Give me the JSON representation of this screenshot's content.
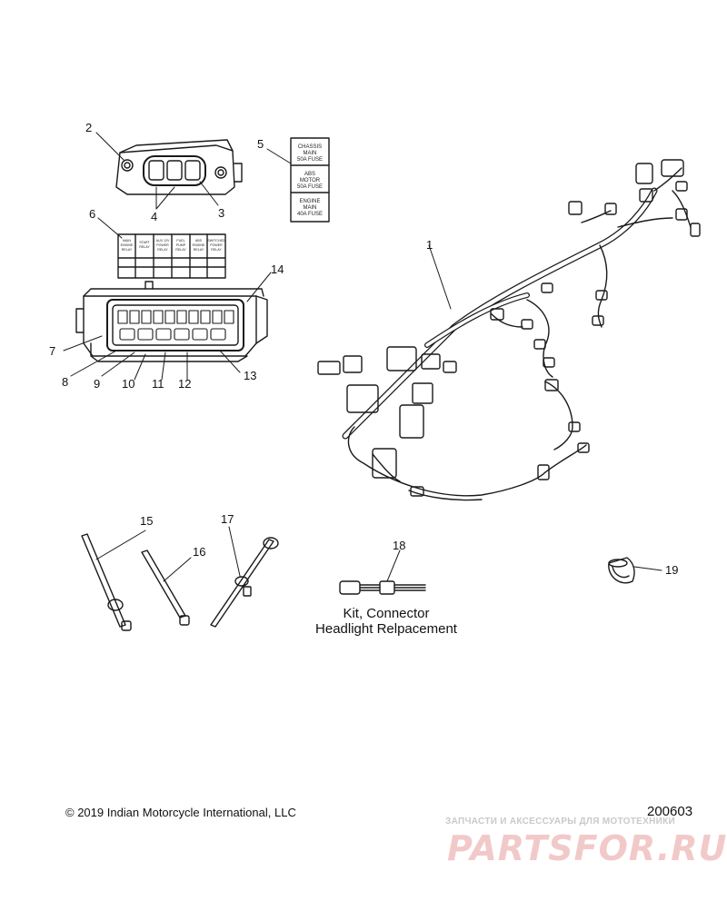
{
  "diagram": {
    "callouts": [
      "1",
      "2",
      "3",
      "4",
      "5",
      "6",
      "7",
      "8",
      "9",
      "10",
      "11",
      "12",
      "13",
      "14",
      "15",
      "16",
      "17",
      "18",
      "19"
    ],
    "fuse_label": {
      "rows": [
        [
          "CHASSIS",
          "MAIN",
          "50A FUSE"
        ],
        [
          "ABS",
          "MOTOR",
          "50A FUSE"
        ],
        [
          "ENGINE",
          "MAIN",
          "40A FUSE"
        ]
      ]
    },
    "relay_label": {
      "columns": [
        [
          "MAIN",
          "ENGINE",
          "RELAY"
        ],
        [
          "START",
          "RELAY"
        ],
        [
          "AUX 12V",
          "POWER",
          "RELAY"
        ],
        [
          "FUEL",
          "PUMP",
          "RELAY"
        ],
        [
          "ABS",
          "ENGINE",
          "RELAY"
        ],
        [
          "SWITCHED",
          "POWER",
          "RELAY"
        ]
      ]
    },
    "caption": {
      "line1": "Kit, Connector",
      "line2": "Headlight Relpacement"
    }
  },
  "footer": {
    "copyright": "© 2019 Indian Motorcycle International, LLC",
    "diagram_id": "200603"
  },
  "watermark": {
    "tagline": "ЗАПЧАСТИ И АКСЕССУАРЫ ДЛЯ МОТОТЕХНИКИ",
    "logo": "PARTSFOR.RU"
  },
  "colors": {
    "line": "#1a1a1a",
    "watermark": "#f2c9c9"
  }
}
